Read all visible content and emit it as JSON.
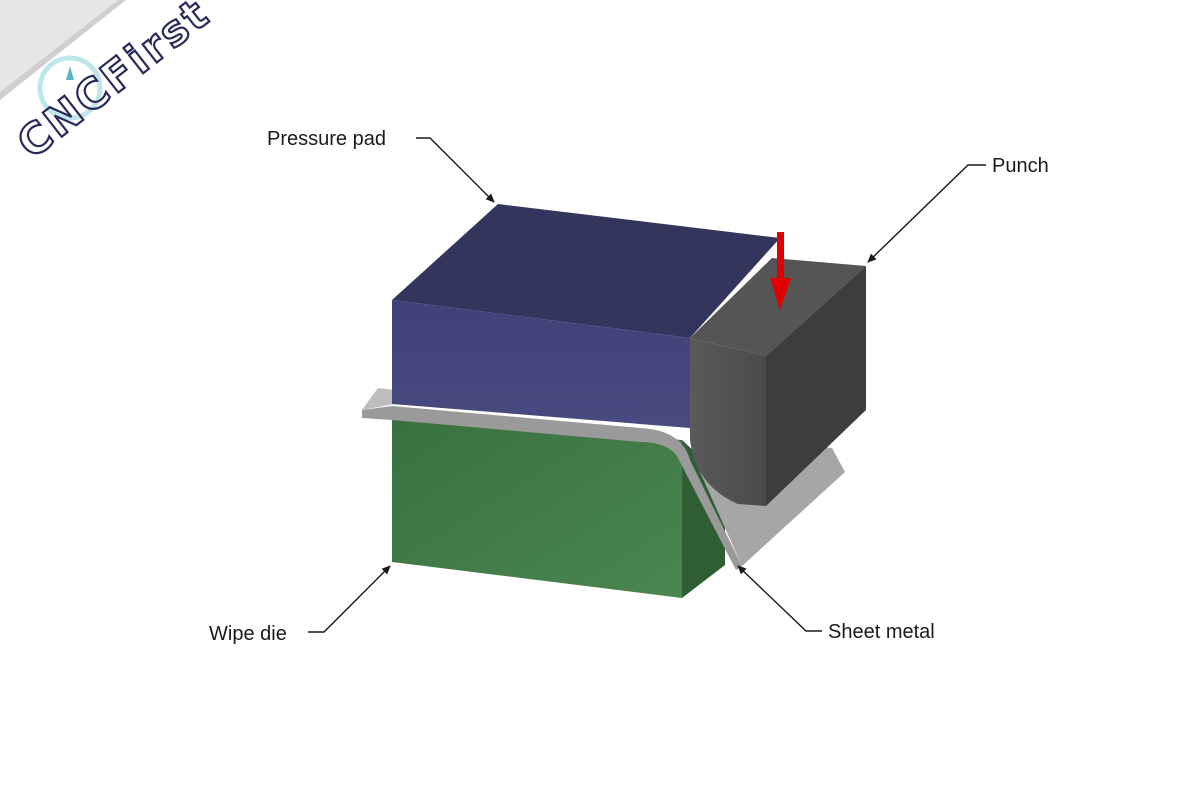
{
  "watermark": {
    "text": "CNCFirst",
    "icon": "gauge-logo-icon"
  },
  "labels": {
    "pressure_pad": "Pressure pad",
    "punch": "Punch",
    "wipe_die": "Wipe die",
    "sheet_metal": "Sheet metal"
  },
  "colors": {
    "pressure_pad": "#3d3f6e",
    "wipe_die": "#3f7a45",
    "punch": "#444444",
    "sheet_metal": "#a9a9a9",
    "motion_arrow": "#e00000"
  }
}
